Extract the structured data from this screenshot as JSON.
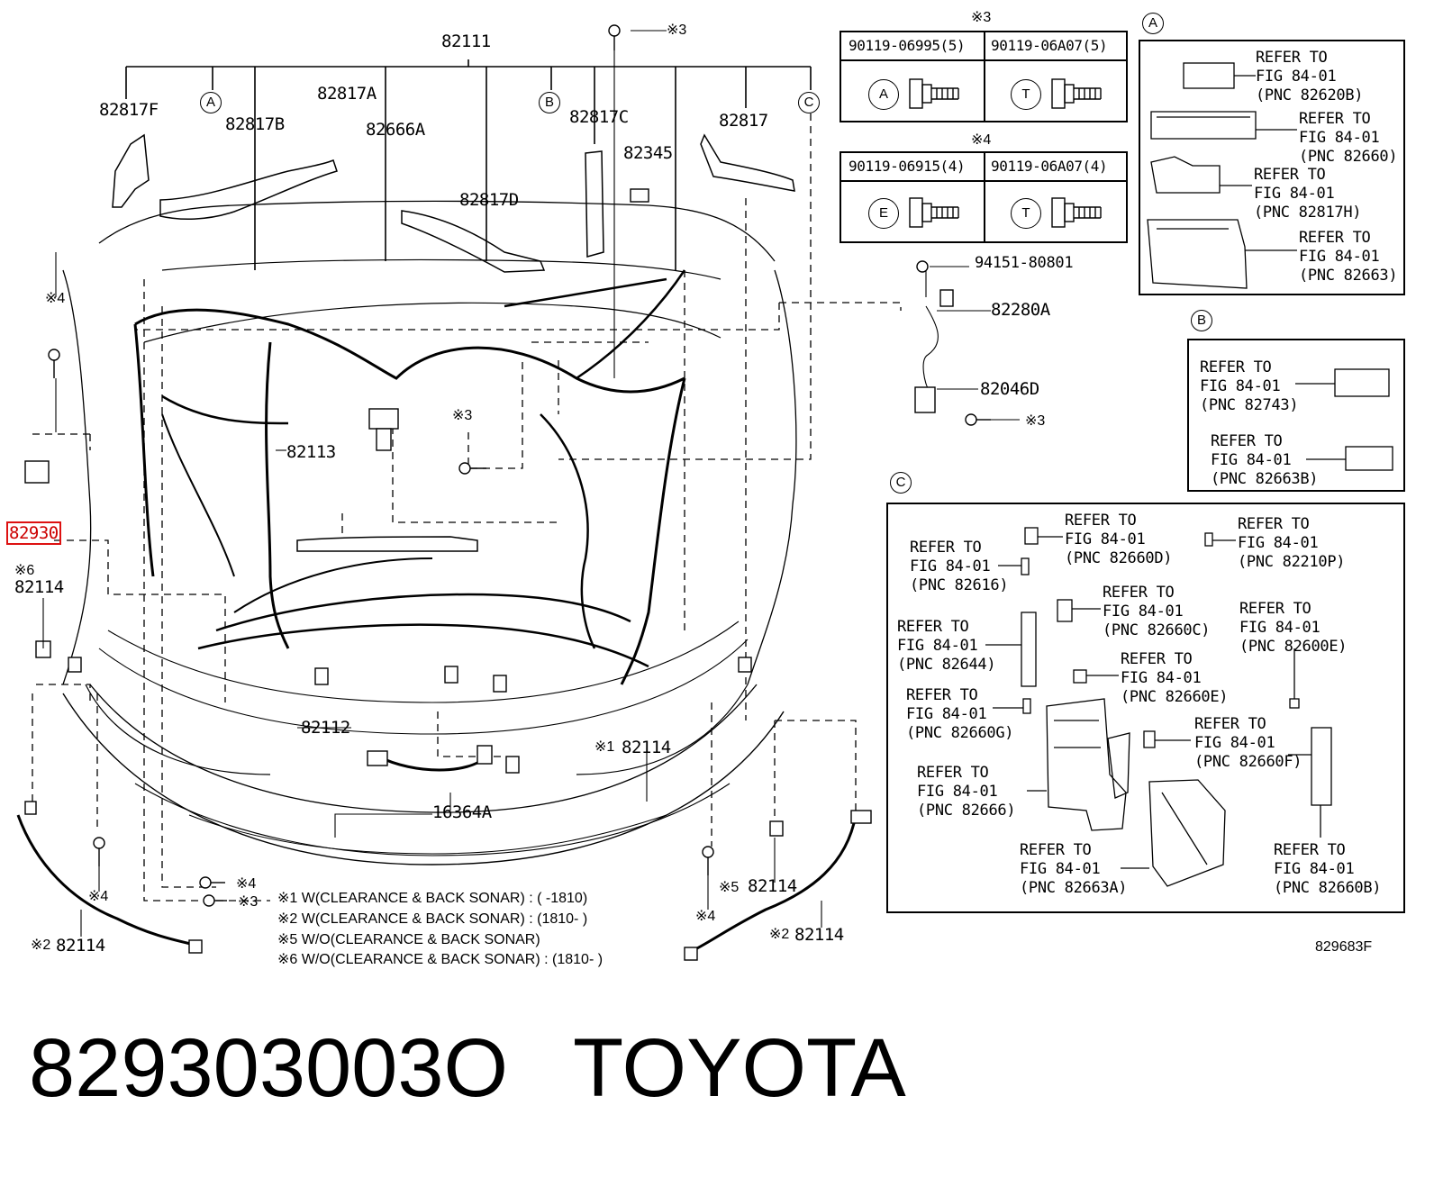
{
  "main_labels": {
    "p82111": "82111",
    "p82817F": "82817F",
    "p82817B": "82817B",
    "p82817A": "82817A",
    "p82666A": "82666A",
    "p82817C": "82817C",
    "p82345": "82345",
    "p82817": "82817",
    "p82817D": "82817D",
    "p82113": "82113",
    "p82930": "82930",
    "p82114_left": "82114",
    "p82112": "82112",
    "p82114_center": "82114",
    "p16364A": "16364A",
    "p82114_bl": "82114",
    "p82114_br5": "82114",
    "p82114_br2": "82114",
    "p82280A": "82280A",
    "p82046D": "82046D",
    "p94151": "94151-80801",
    "code": "829683F"
  },
  "marks": {
    "m3": "※3",
    "m4": "※4",
    "m6": "※6",
    "m1": "※1",
    "m2": "※2",
    "m5": "※5"
  },
  "circle_refs": {
    "A": "A",
    "B": "B",
    "C": "C",
    "T": "T",
    "E": "E"
  },
  "bolt_table_3": {
    "mark": "※3",
    "col1": "90119-06995(5)",
    "col2": "90119-06A07(5)"
  },
  "bolt_table_4": {
    "mark": "※4",
    "col1": "90119-06915(4)",
    "col2": "90119-06A07(4)"
  },
  "panel_A": [
    [
      "REFER TO",
      "FIG 84-01",
      "(PNC 82620B)"
    ],
    [
      "REFER TO",
      "FIG 84-01",
      "(PNC 82660)"
    ],
    [
      "REFER TO",
      "FIG 84-01",
      "(PNC 82817H)"
    ],
    [
      "REFER TO",
      "FIG 84-01",
      "(PNC 82663)"
    ]
  ],
  "panel_B": [
    [
      "REFER TO",
      "FIG 84-01",
      "(PNC 82743)"
    ],
    [
      "REFER TO",
      "FIG 84-01",
      "(PNC 82663B)"
    ]
  ],
  "panel_C": [
    [
      "REFER TO",
      "FIG 84-01",
      "(PNC 82660D)"
    ],
    [
      "REFER TO",
      "FIG 84-01",
      "(PNC 82210P)"
    ],
    [
      "REFER TO",
      "FIG 84-01",
      "(PNC 82616)"
    ],
    [
      "REFER TO",
      "FIG 84-01",
      "(PNC 82660C)"
    ],
    [
      "REFER TO",
      "FIG 84-01",
      "(PNC 82644)"
    ],
    [
      "REFER TO",
      "FIG 84-01",
      "(PNC 82600E)"
    ],
    [
      "REFER TO",
      "FIG 84-01",
      "(PNC 82660E)"
    ],
    [
      "REFER TO",
      "FIG 84-01",
      "(PNC 82660G)"
    ],
    [
      "REFER TO",
      "FIG 84-01",
      "(PNC 82660F)"
    ],
    [
      "REFER TO",
      "FIG 84-01",
      "(PNC 82666)"
    ],
    [
      "REFER TO",
      "FIG 84-01",
      "(PNC 82663A)"
    ],
    [
      "REFER TO",
      "FIG 84-01",
      "(PNC 82660B)"
    ]
  ],
  "footnotes": [
    "※1 W(CLEARANCE & BACK SONAR) : (        -1810)",
    "※2 W(CLEARANCE & BACK SONAR) : (1810-        )",
    "※5 W/O(CLEARANCE & BACK SONAR)",
    "※6 W/O(CLEARANCE & BACK SONAR) : (1810-        )"
  ],
  "caption": {
    "part_number": "829303003O",
    "brand": "TOYOTA"
  }
}
